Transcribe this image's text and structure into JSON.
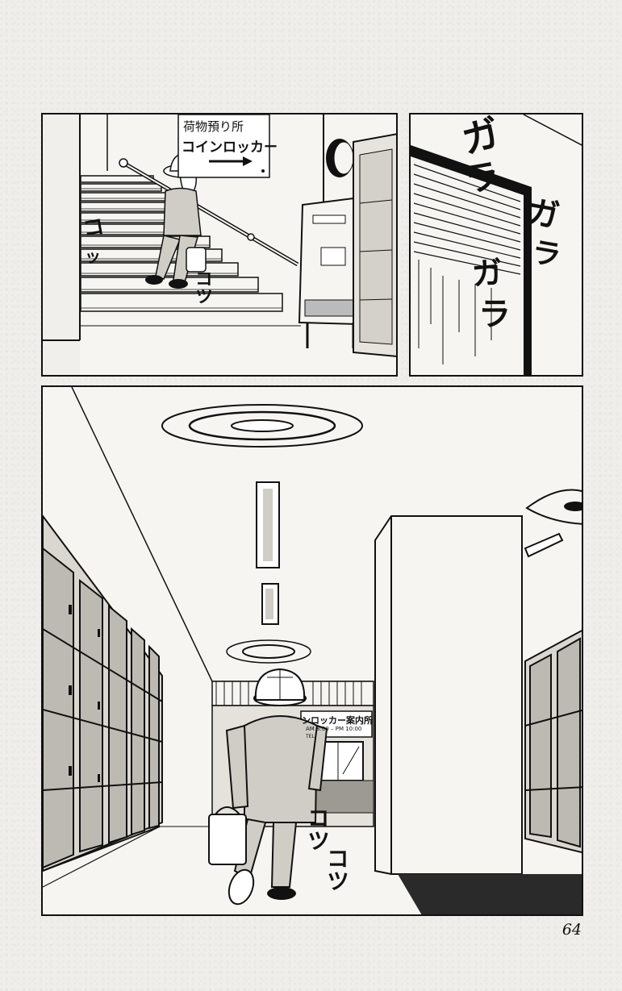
{
  "panel1": {
    "sign_line1": "荷物預り所",
    "sign_line2": "コインロッカー",
    "sfx_left_1": "コ",
    "sfx_left_2": "ッ",
    "sfx_right": "コツ"
  },
  "panel2": {
    "sfx_1": "ガ",
    "sfx_2": "ラ",
    "sfx_3": "ガ",
    "sfx_4": "ラ",
    "sfx_5": "ガ",
    "sfx_6": "ラ"
  },
  "panel3": {
    "office_sign": "ンロッカー案内所",
    "office_hours": "AM 8:00 – PM 10:00",
    "office_tel": "TEL",
    "sfx_1": "コツ",
    "sfx_2": "コツ"
  },
  "page_number": "64"
}
